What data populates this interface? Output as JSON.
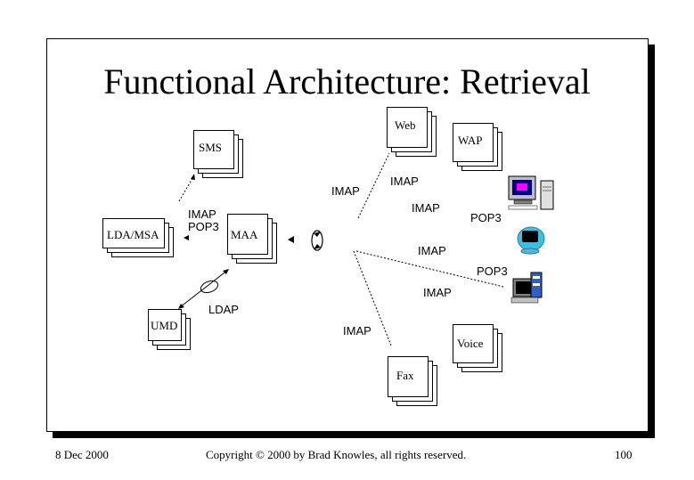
{
  "title": "Functional Architecture: Retrieval",
  "footer": {
    "date": "8 Dec 2000",
    "copyright": "Copyright © 2000 by Brad Knowles, all rights reserved.",
    "page": "100"
  },
  "nodes": {
    "sms": "SMS",
    "lda_msa": "LDA/MSA",
    "maa": "MAA",
    "umd": "UMD",
    "web": "Web",
    "wap": "WAP",
    "voice": "Voice",
    "fax": "Fax"
  },
  "protocols": {
    "imap_pop3_lda": "IMAP\nPOP3",
    "ldap": "LDAP",
    "imap_web": "IMAP",
    "imap_wap": "IMAP",
    "imap_desktop": "IMAP",
    "pop3_desktop": "POP3",
    "imap_imac": "IMAP",
    "pop3_workstation": "POP3",
    "imap_workstation": "IMAP",
    "imap_fax": "IMAP"
  },
  "icons": [
    "desktop-computer-icon",
    "imac-icon",
    "workstation-icon",
    "rotation-arrows-icon"
  ]
}
